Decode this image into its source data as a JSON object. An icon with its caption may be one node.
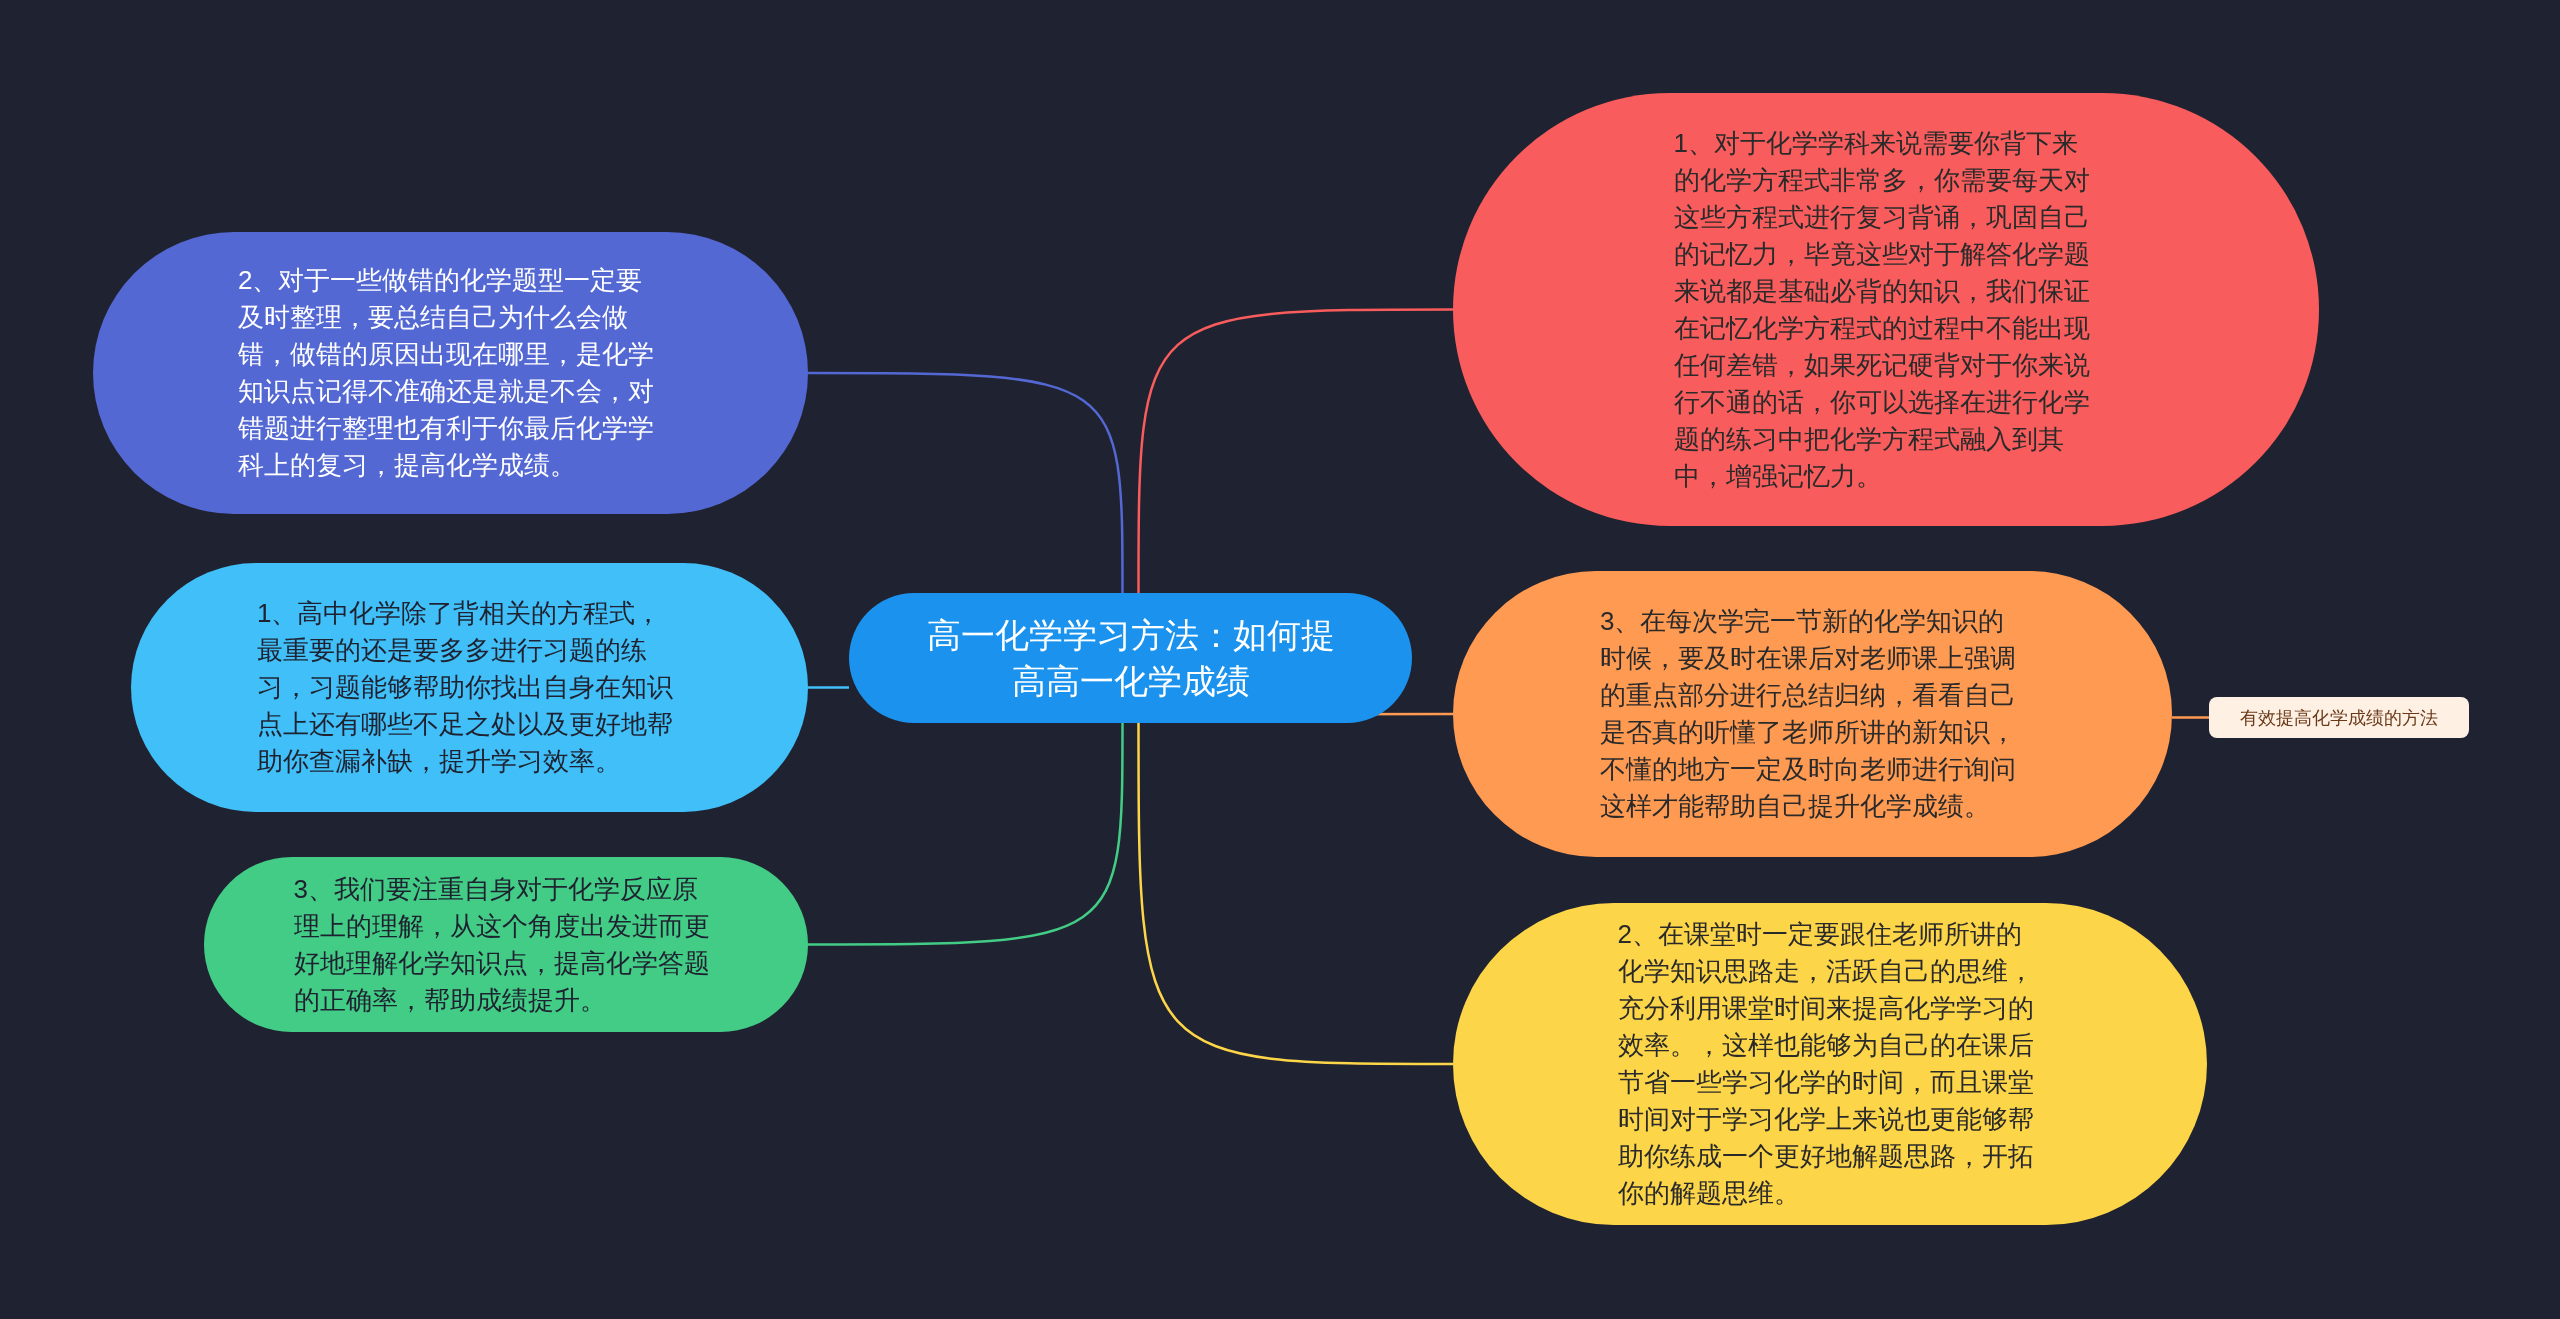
{
  "diagram": {
    "nodes": [
      {
        "text": [
          "高一化学学习方法：如何提高高一化学成绩"
        ]
      },
      {
        "text": [
          "2、对于一些做错的化学题型一定要及时整理，要总结自己为什么会做错，做错的原因出现在哪里，是化学知识点记得不准确还是就是不会，对错题进行整理也有利于你最后化学学科上的复习，提高化学成绩。"
        ]
      },
      {
        "text": [
          "1、高中化学除了背相关的方程式，最重要的还是要多多进行习题的练习，习题能够帮助你找出自身在知识点上还有哪些不足之处以及更好地帮助你查漏补缺，提升学习效率。"
        ]
      },
      {
        "text": [
          "3、我们要注重自身对于化学反应原理上的理解，从这个角度出发进而更好地理解化学知识点，提高化学答题的正确率，帮助成绩提升。"
        ]
      },
      {
        "text": [
          "1、对于化学学科来说需要你背下来的化学方程式非常多，你需要每天对这些方程式进行复习背诵，巩固自己的记忆力，毕竟这些对于解答化学题来说都是基础必背的知识，我们保证在记忆化学方程式的过程中不能出现任何差错，如果死记硬背对于你来说行不通的话，你可以选择在进行化学题的练习中把化学方程式融入到其中，增强记忆力。"
        ]
      },
      {
        "text": [
          "3、在每次学完一节新的化学知识的时候，要及时在课后对老师课上强调的重点部分进行总结归纳，看看自己是否真的听懂了老师所讲的新知识，不懂的地方一定及时向老师进行询问这样才能帮助自己提升化学成绩。"
        ]
      },
      {
        "text": [
          "有效提高化学成绩的方法"
        ]
      },
      {
        "text": [
          "2、在课堂时一定要跟住老师所讲的化学知识思路走，活跃自己的思维，充分利用课堂时间来提高化学学习的效率。，这样也能够为自己的在课后节省一些学习化学的时间，而且课堂时间对于学习化学上来说也更能够帮助你练成一个更好地解题思路，开拓你的解题思维。"
        ]
      }
    ],
    "edges": [
      {
        "from": 0,
        "to": 1,
        "arrow": "none",
        "color": "#5468d4"
      },
      {
        "from": 0,
        "to": 2,
        "arrow": "none",
        "color": "#40bff8"
      },
      {
        "from": 0,
        "to": 3,
        "arrow": "none",
        "color": "#43cc85"
      },
      {
        "from": 0,
        "to": 4,
        "arrow": "none",
        "color": "#f85c5c"
      },
      {
        "from": 0,
        "to": 5,
        "arrow": "none",
        "color": "#ff9a52"
      },
      {
        "from": 5,
        "to": 6,
        "arrow": "none",
        "color": "#ff9a52"
      },
      {
        "from": 0,
        "to": 7,
        "arrow": "none",
        "color": "#fdd548"
      }
    ]
  }
}
